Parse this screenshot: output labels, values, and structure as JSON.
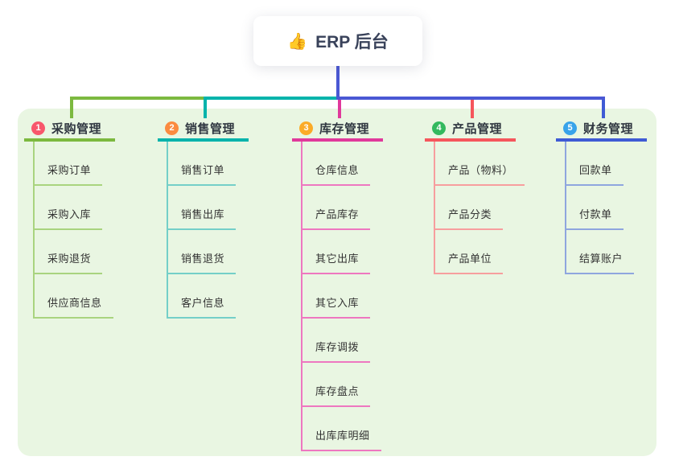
{
  "root": {
    "icon": "👍",
    "title": "ERP 后台"
  },
  "canvas": {
    "background": "#ffffff",
    "panel_background": "#e9f6e2",
    "root_stem_color": "#4a58d4"
  },
  "branches": [
    {
      "num": "1",
      "label": "采购管理",
      "badge_color": "#f8576c",
      "line_color": "#7cb93f",
      "light_color": "#a9d47f",
      "children": [
        "采购订单",
        "采购入库",
        "采购退货",
        "供应商信息"
      ]
    },
    {
      "num": "2",
      "label": "销售管理",
      "badge_color": "#fb8b40",
      "line_color": "#00b3ab",
      "light_color": "#74cfc8",
      "children": [
        "销售订单",
        "销售出库",
        "销售退货",
        "客户信息"
      ]
    },
    {
      "num": "3",
      "label": "库存管理",
      "badge_color": "#fbab27",
      "line_color": "#e0399b",
      "light_color": "#ee77c0",
      "children": [
        "仓库信息",
        "产品库存",
        "其它出库",
        "其它入库",
        "库存调拨",
        "库存盘点",
        "出库库明细"
      ]
    },
    {
      "num": "4",
      "label": "产品管理",
      "badge_color": "#33b95e",
      "line_color": "#f5565c",
      "light_color": "#f79e9e",
      "children": [
        "产品（物料）",
        "产品分类",
        "产品单位"
      ]
    },
    {
      "num": "5",
      "label": "财务管理",
      "badge_color": "#38a3ea",
      "line_color": "#3f5bd5",
      "light_color": "#8fa6de",
      "children": [
        "回款单",
        "付款单",
        "结算账户"
      ]
    }
  ]
}
